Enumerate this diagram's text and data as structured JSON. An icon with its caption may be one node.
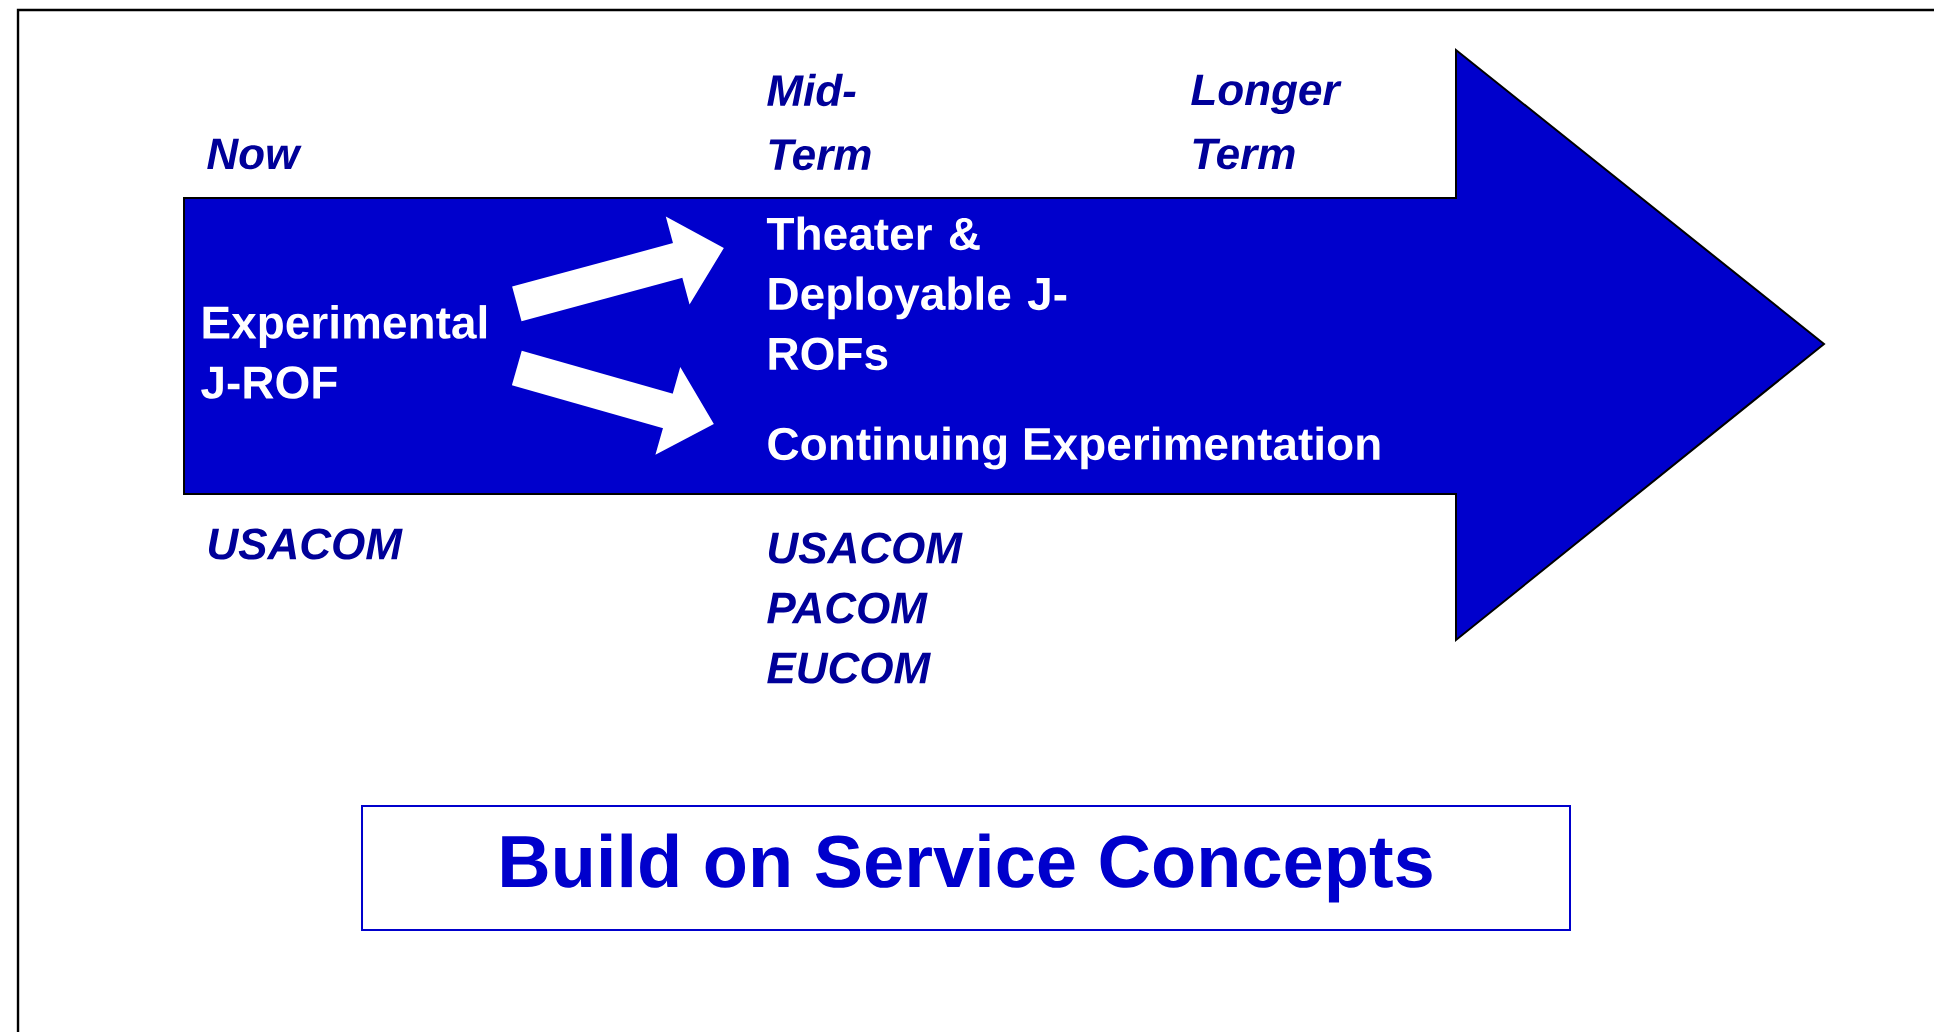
{
  "diagram": {
    "nodes": [
      {
        "text": [],
        "shape": "arrow"
      },
      {
        "text": [
          "Experimental J-ROF"
        ],
        "in": 0
      },
      {
        "text": [
          "Theater & Deployable J-ROFs"
        ],
        "in": 0
      },
      {
        "text": [
          "Continuing Experimentation"
        ],
        "in": 0
      },
      {
        "text": [
          "Build on Service Concepts"
        ]
      }
    ],
    "edges": [
      {
        "from": 1,
        "to": 2,
        "arrow": "to"
      },
      {
        "from": 1,
        "to": 3,
        "arrow": "to"
      }
    ],
    "labels": [
      "Now",
      "Mid- Term",
      "Longer Term",
      "USACOM",
      "USACOM",
      "PACOM",
      "EUCOM"
    ]
  }
}
